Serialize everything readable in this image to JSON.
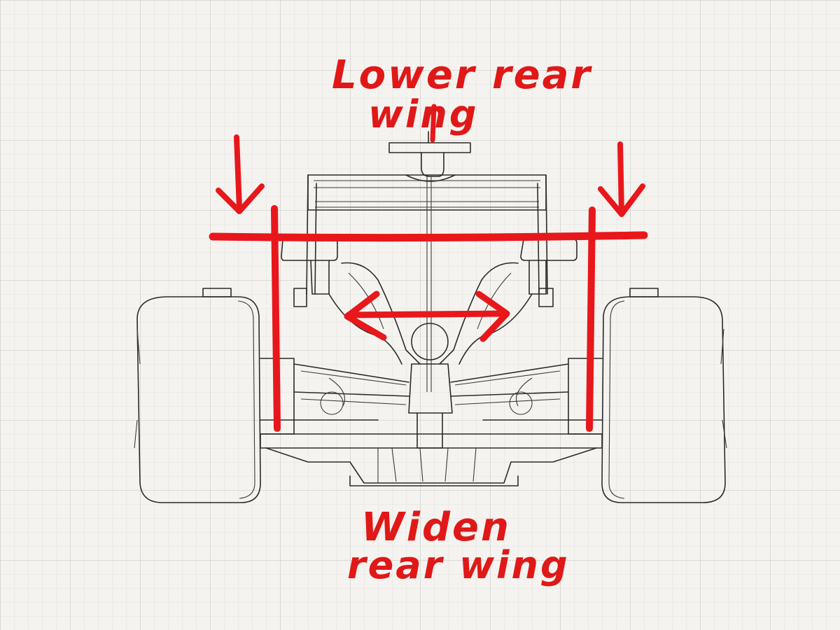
{
  "annotations": {
    "top_label_line1": "Lower rear",
    "top_label_line2": "wing",
    "bottom_label_line1": "Widen",
    "bottom_label_line2": "rear wing"
  },
  "colors": {
    "paper": "#f4f3ef",
    "grid": "#d8d8d6",
    "marker": "#e8171b",
    "pencil": "#2b2b2b"
  },
  "icons": {
    "down_arrows": "arrow-down-icon",
    "width_arrow": "double-arrow-horizontal-icon"
  }
}
